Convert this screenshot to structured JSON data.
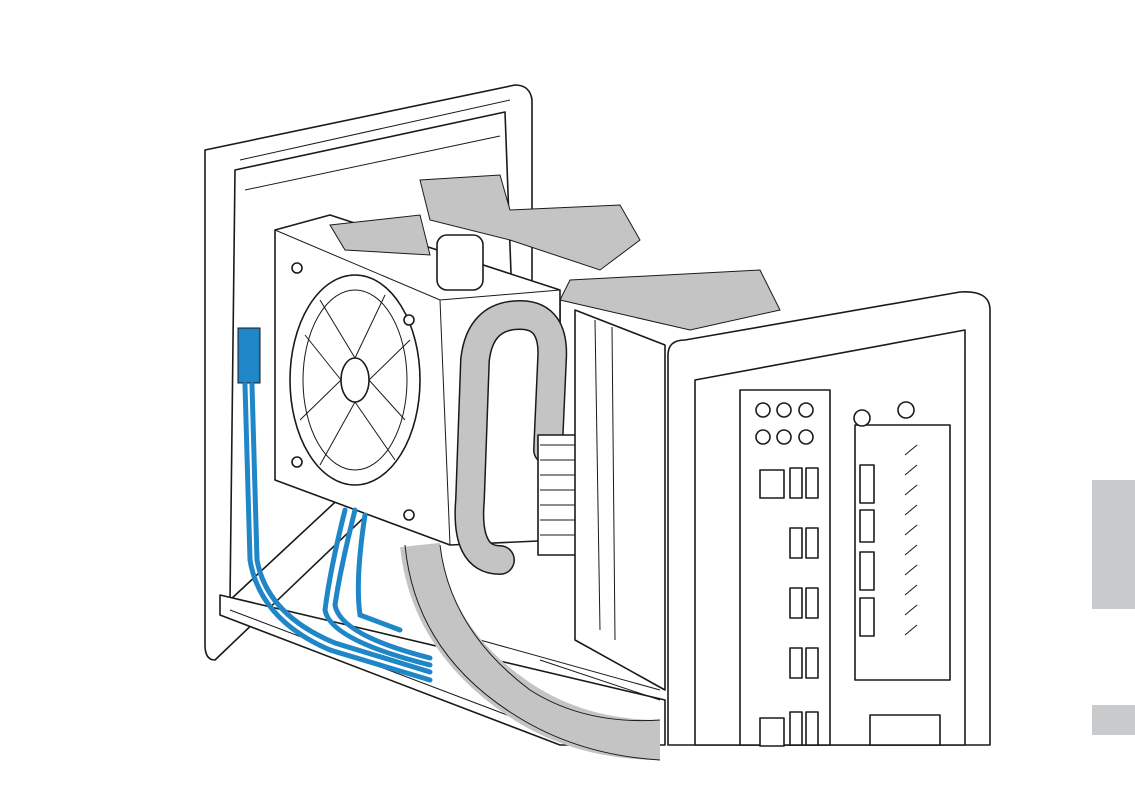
{
  "colors": {
    "cable_blue": "#1f86c8",
    "cable_gray": "#c4c4c4",
    "tab_gray": "#c9cacc",
    "line": "#1a1a1a"
  },
  "illustration": {
    "icon": "pc-case-assembly-diagram"
  },
  "side_tabs": [
    {
      "name": "section-tab"
    },
    {
      "name": "page-tab"
    }
  ]
}
